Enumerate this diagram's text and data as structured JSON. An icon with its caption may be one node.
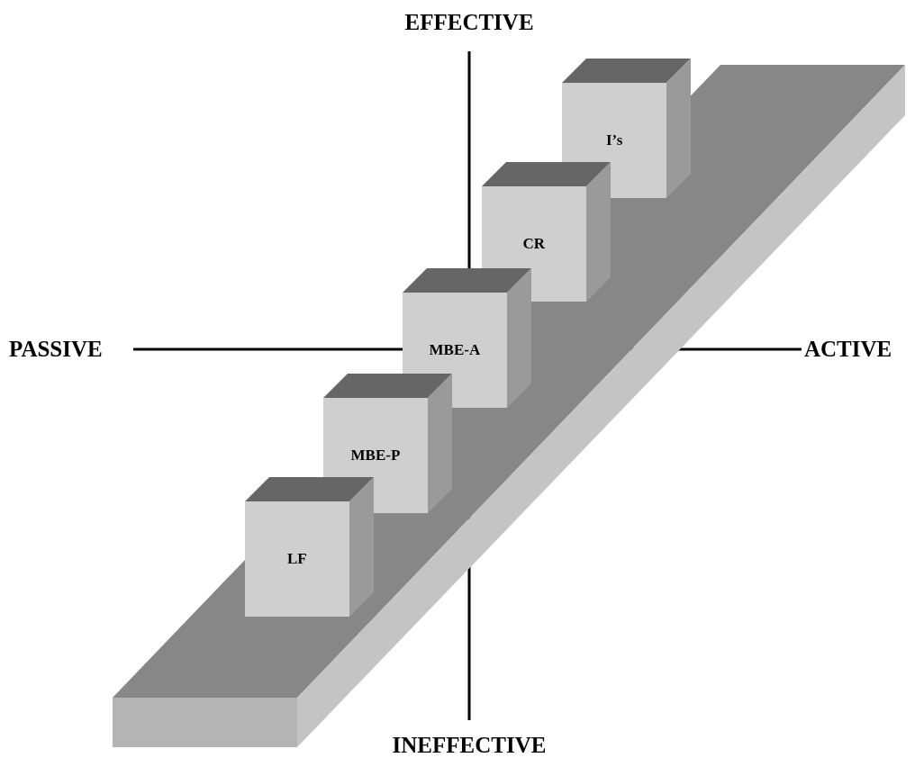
{
  "diagram": {
    "nodes": [
      {
        "text": [
          "I’s"
        ]
      },
      {
        "text": [
          "CR"
        ]
      },
      {
        "text": [
          "MBE-A"
        ]
      },
      {
        "text": [
          "MBE-P"
        ]
      },
      {
        "text": [
          "LF"
        ]
      }
    ],
    "edges": [],
    "labels": [
      "EFFECTIVE",
      "PASSIVE",
      "ACTIVE",
      "INEFFECTIVE"
    ]
  }
}
